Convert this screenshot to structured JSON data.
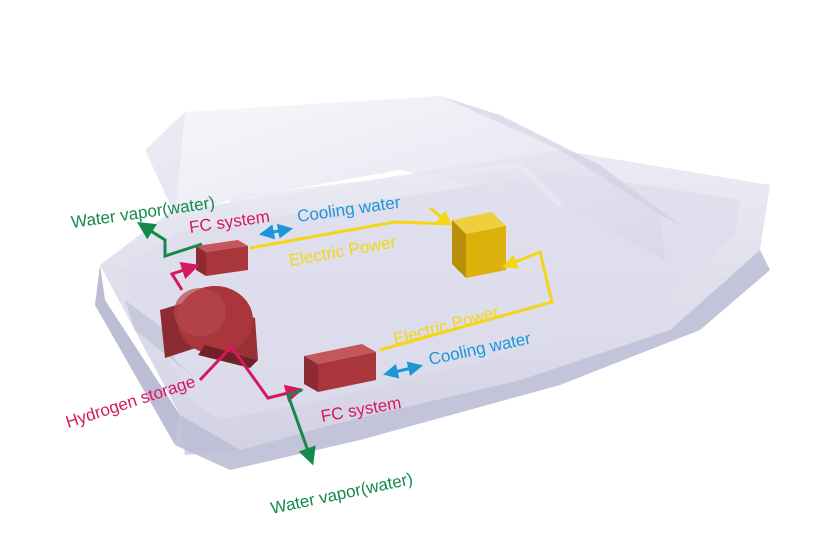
{
  "labels": {
    "water_vapor_top": "Water vapor(water)",
    "fc_system_top": "FC system",
    "cooling_water_top": "Cooling water",
    "electric_power_top": "Electric Power",
    "electric_power_bottom": "Electric Power",
    "cooling_water_bottom": "Cooling water",
    "fc_system_bottom": "FC system",
    "hydrogen_storage": "Hydrogen storage",
    "water_vapor_bottom": "Water vapor(water)"
  },
  "colors": {
    "water_vapor": "#14894a",
    "fc_system": "#d6185e",
    "hydrogen": "#d6185e",
    "cooling_water": "#1b96d6",
    "electric_power": "#f3d614",
    "component_red": "#a8363b",
    "battery_gold": "#dcb10c"
  }
}
